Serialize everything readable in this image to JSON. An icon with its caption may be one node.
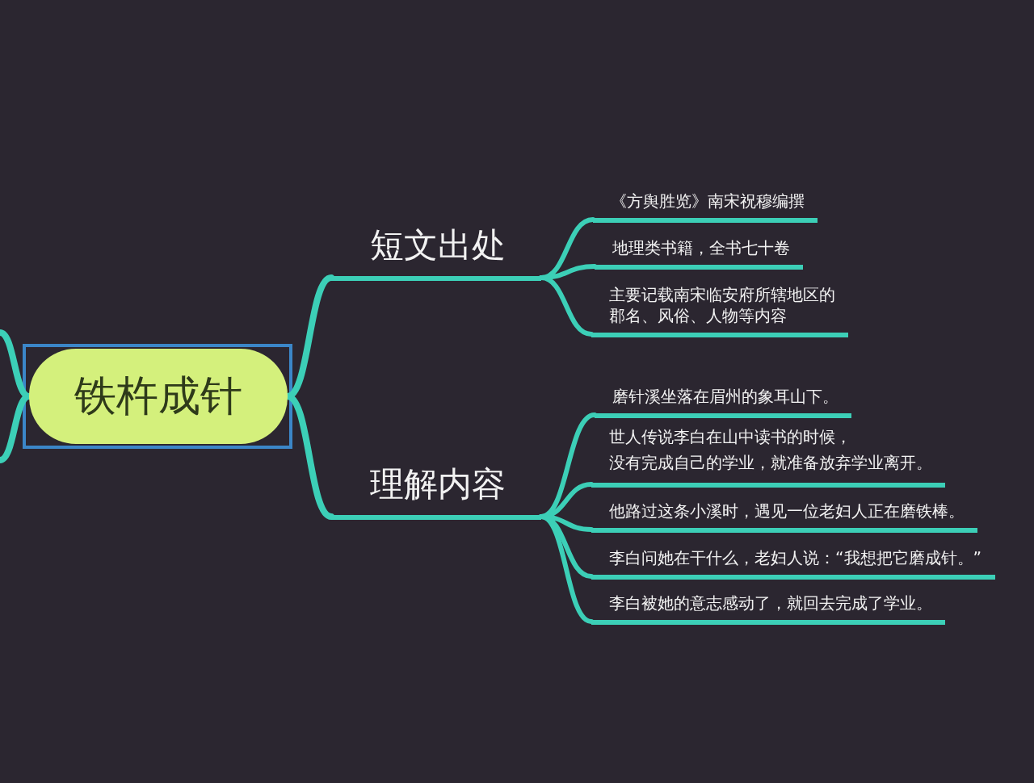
{
  "diagram": {
    "nodes": [
      {
        "text": [
          "铁杵成针"
        ]
      },
      {
        "text": [
          "短文出处"
        ]
      },
      {
        "text": [
          "理解内容"
        ]
      },
      {
        "text": [
          "《方舆胜览》南宋祝穆编撰"
        ]
      },
      {
        "text": [
          "地理类书籍，全书七十卷"
        ]
      },
      {
        "text": [
          "主要记载南宋临安府所辖地区的郡名、风俗、人物等内容"
        ]
      },
      {
        "text": [
          "磨针溪坐落在眉州的象耳山下。"
        ]
      },
      {
        "text": [
          "世人传说李白在山中读书的时候，没有完成自己的学业，就准备放弃学业离开。"
        ]
      },
      {
        "text": [
          "他路过这条小溪时，遇见一位老妇人正在磨铁棒。"
        ]
      },
      {
        "text": [
          "李白问她在干什么，老妇人说：“我想把它磨成针。”"
        ]
      },
      {
        "text": [
          "李白被她的意志感动了，就回去完成了学业。"
        ]
      }
    ],
    "edges": [
      {
        "from": 0,
        "to": 1,
        "arrow": "none"
      },
      {
        "from": 0,
        "to": 2,
        "arrow": "none"
      },
      {
        "from": 1,
        "to": 3,
        "arrow": "none"
      },
      {
        "from": 1,
        "to": 4,
        "arrow": "none"
      },
      {
        "from": 1,
        "to": 5,
        "arrow": "none"
      },
      {
        "from": 2,
        "to": 6,
        "arrow": "none"
      },
      {
        "from": 2,
        "to": 7,
        "arrow": "none"
      },
      {
        "from": 2,
        "to": 8,
        "arrow": "none"
      },
      {
        "from": 2,
        "to": 9,
        "arrow": "none"
      },
      {
        "from": 2,
        "to": 10,
        "arrow": "none"
      },
      {
        "from": 0,
        "to": null,
        "arrow": "none"
      },
      {
        "from": 0,
        "to": null,
        "arrow": "none"
      }
    ]
  }
}
